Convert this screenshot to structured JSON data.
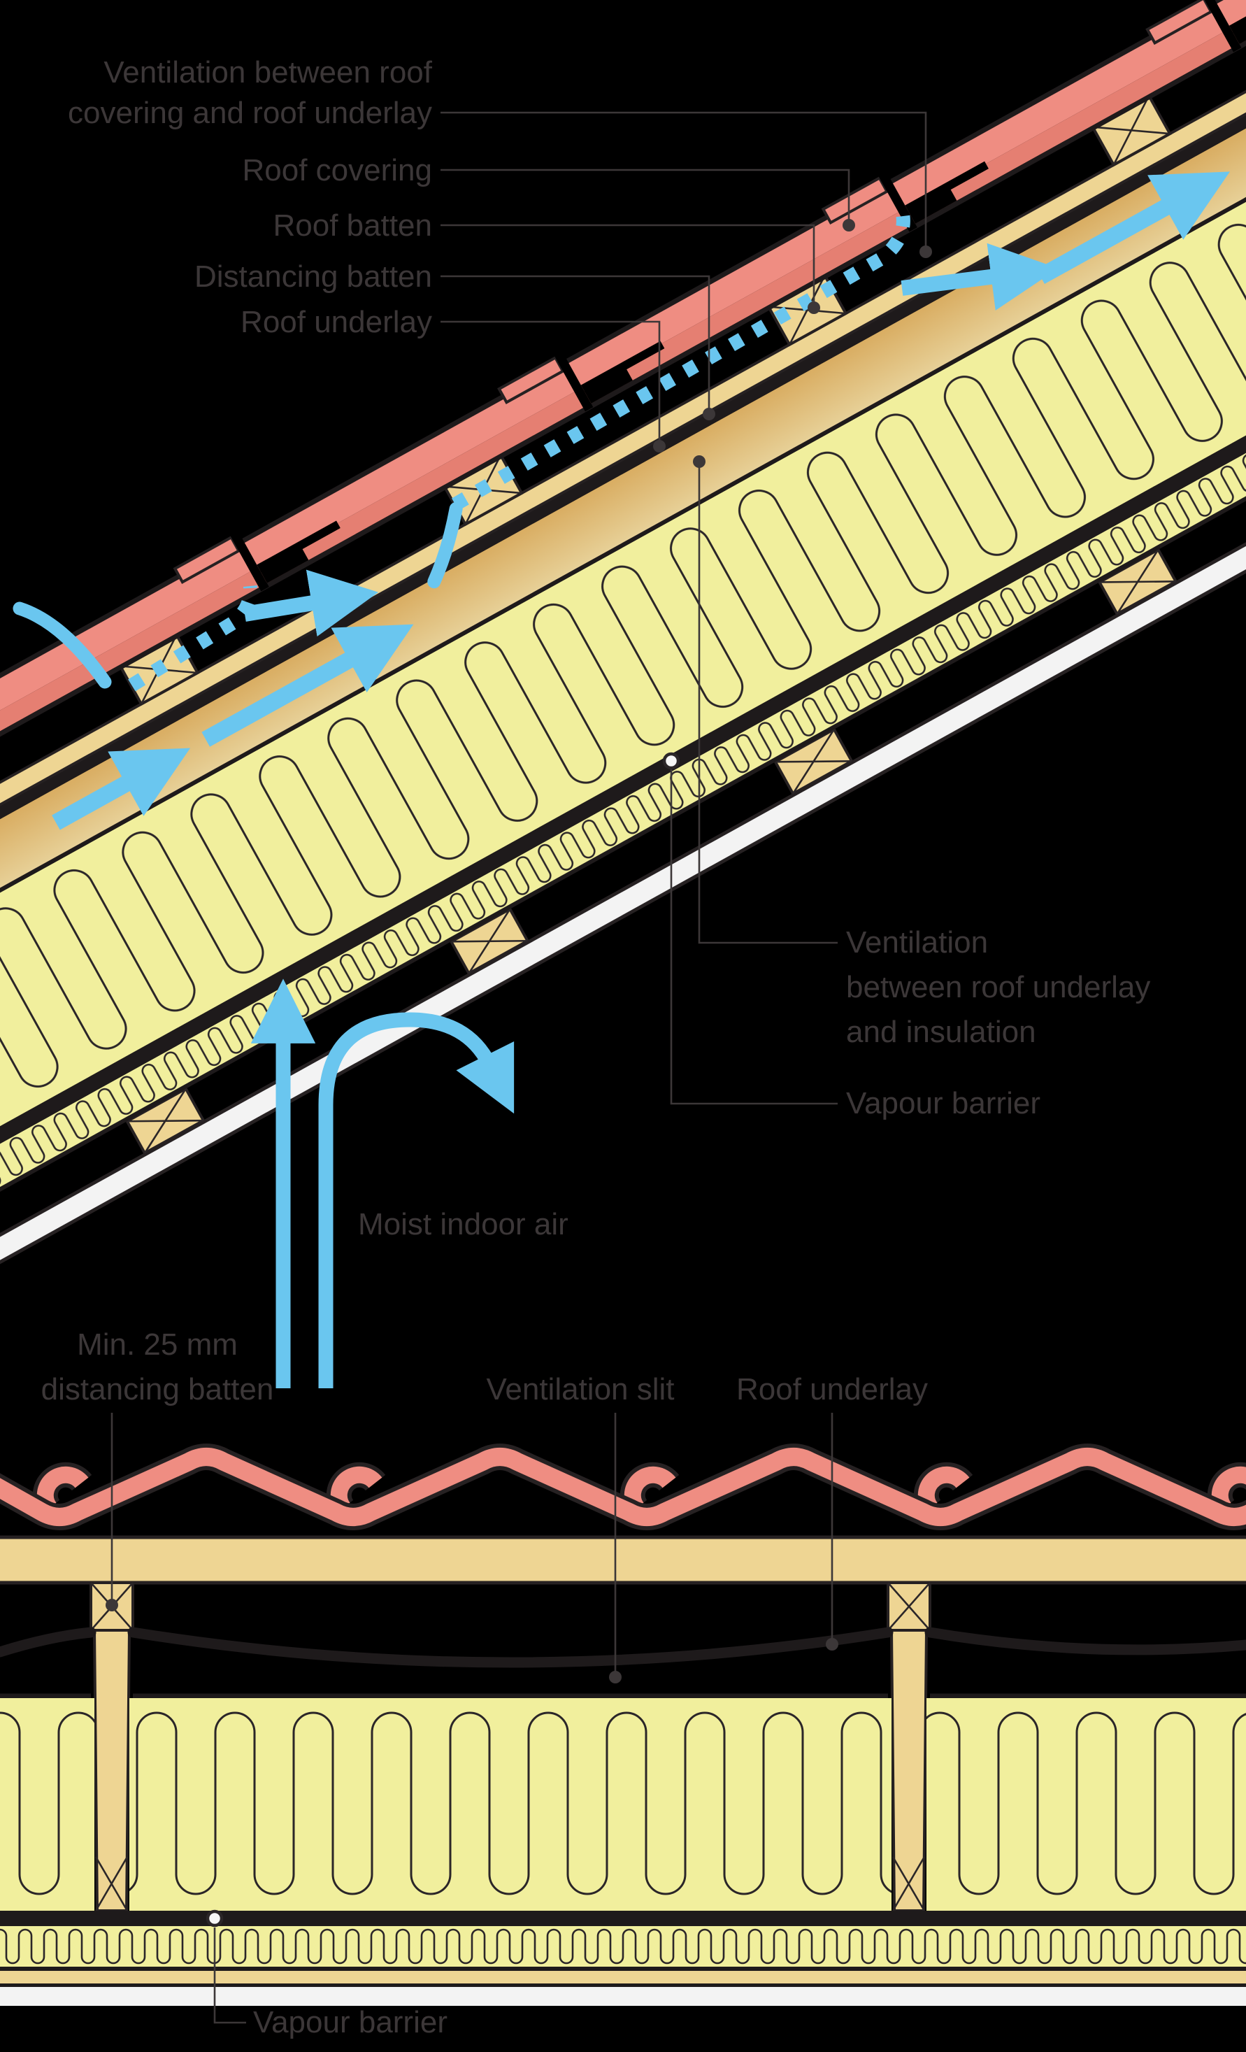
{
  "figure": {
    "type": "technical-diagram",
    "subject": "Ventilation of a pitched tiled roof: sloped section (top) and cross section at battens (bottom)"
  },
  "colors": {
    "background": "#000000",
    "tile_red": "#ef8d82",
    "tile_red_dark": "#e57f72",
    "wood_tan_light": "#eed593",
    "wood_tan_dark": "#d9ad62",
    "insulation_yellow": "#f1ef9d",
    "ceiling_white": "#f3f3f3",
    "airflow_blue": "#6ac6ef",
    "line_dark": "#2b2628",
    "label_grey": "#3c3738"
  },
  "top_diagram": {
    "labels": {
      "vent_cover_line1": "Ventilation between roof",
      "vent_cover_line2": "covering and roof underlay",
      "roof_covering": "Roof covering",
      "roof_batten": "Roof batten",
      "distancing_batten": "Distancing batten",
      "roof_underlay": "Roof underlay",
      "vent_underlay_line1": "Ventilation",
      "vent_underlay_line2": "between roof underlay",
      "vent_underlay_line3": "and insulation",
      "vapour_barrier": "Vapour barrier",
      "moist_indoor_air": "Moist indoor air"
    }
  },
  "bottom_diagram": {
    "labels": {
      "min25_line1": "Min. 25 mm",
      "min25_line2": "distancing batten",
      "ventilation_slit": "Ventilation slit",
      "roof_underlay": "Roof underlay",
      "vapour_barrier": "Vapour barrier"
    }
  }
}
